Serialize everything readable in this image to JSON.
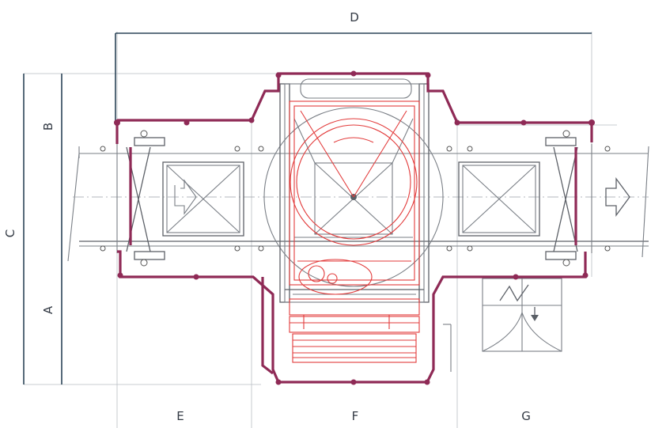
{
  "labels": {
    "A": "A",
    "B": "B",
    "C": "C",
    "D": "D",
    "E": "E",
    "F": "F",
    "G": "G"
  },
  "colors": {
    "enclosure": "#8f2a56",
    "mechanism": "#e23b3b",
    "dimension": "#2c4558",
    "frame": "#7a7f86"
  }
}
